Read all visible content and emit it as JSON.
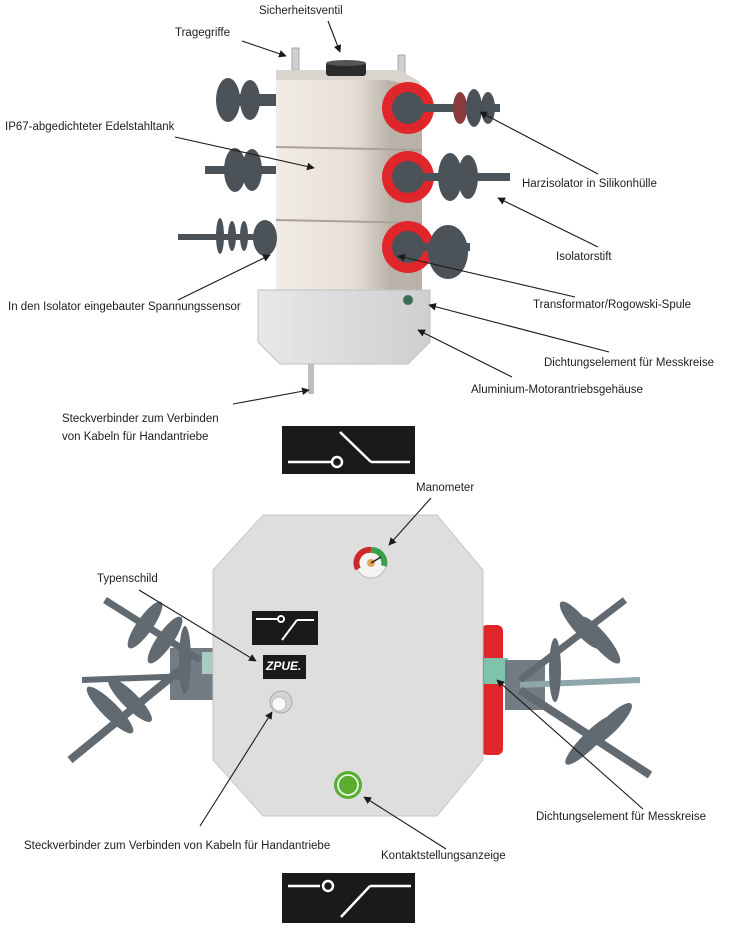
{
  "figure": {
    "top_view_title": "Side view of recloser",
    "bottom_view_title": "Front view of drive housing"
  },
  "labels_top": {
    "safety_valve": "Sicherheitsventil",
    "carry_handles": "Tragegriffe",
    "tank": "IP67-abgedichteter Edelstahltank",
    "resin_insulator": "Harzisolator in Silikonhülle",
    "insulator_pin": "Isolatorstift",
    "voltage_sensor": "In den Isolator eingebauter Spannungssensor",
    "transformer": "Transformator/Rogowski-Spule",
    "seal_measuring": "Dichtungselement für Messkreise",
    "motor_housing": "Aluminium-Motorantriebsgehäuse",
    "connector_line1": "Steckverbinder zum Verbinden",
    "connector_line2": "von Kabeln für Handantriebe"
  },
  "labels_bottom": {
    "manometer": "Manometer",
    "type_plate": "Typenschild",
    "seal_measuring": "Dichtungselement für Messkreise",
    "connector": "Steckverbinder zum Verbinden von Kabeln für Handantriebe",
    "contact_indicator": "Kontaktstellungsanzeige"
  },
  "nameplate_text": "ZPUE.",
  "colors": {
    "tank": "#e8e2da",
    "housing": "#dcdcdc",
    "insulator": "#4b5258",
    "ct_ring": "#e0262a",
    "indicator_green": "#5aae2e",
    "symbol_bg": "#1a1a1a"
  }
}
